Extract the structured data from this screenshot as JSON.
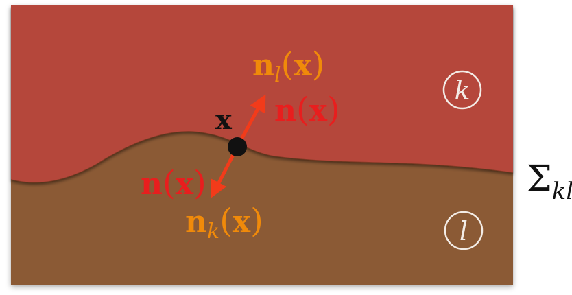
{
  "regions": {
    "upper": {
      "label": "k",
      "color": "#b5473b"
    },
    "lower": {
      "label": "l",
      "color": "#8b5a34"
    }
  },
  "interface": {
    "symbol": "Σ",
    "subscript": "kl"
  },
  "point": {
    "label": "x"
  },
  "normals": {
    "n_l": {
      "base": "n",
      "subscript": "l",
      "argument": "x",
      "color": "#f08a0a"
    },
    "n_upper": {
      "base": "n",
      "argument": "x",
      "color": "#e81e1e"
    },
    "n_lower": {
      "base": "n",
      "argument": "x",
      "color": "#e81e1e"
    },
    "n_k": {
      "base": "n",
      "subscript": "k",
      "argument": "x",
      "color": "#f08a0a"
    }
  },
  "colors": {
    "arrow": "#f23b1a",
    "point": "#111111",
    "circle_label": "#f3ece6",
    "interface_label": "#111111"
  }
}
